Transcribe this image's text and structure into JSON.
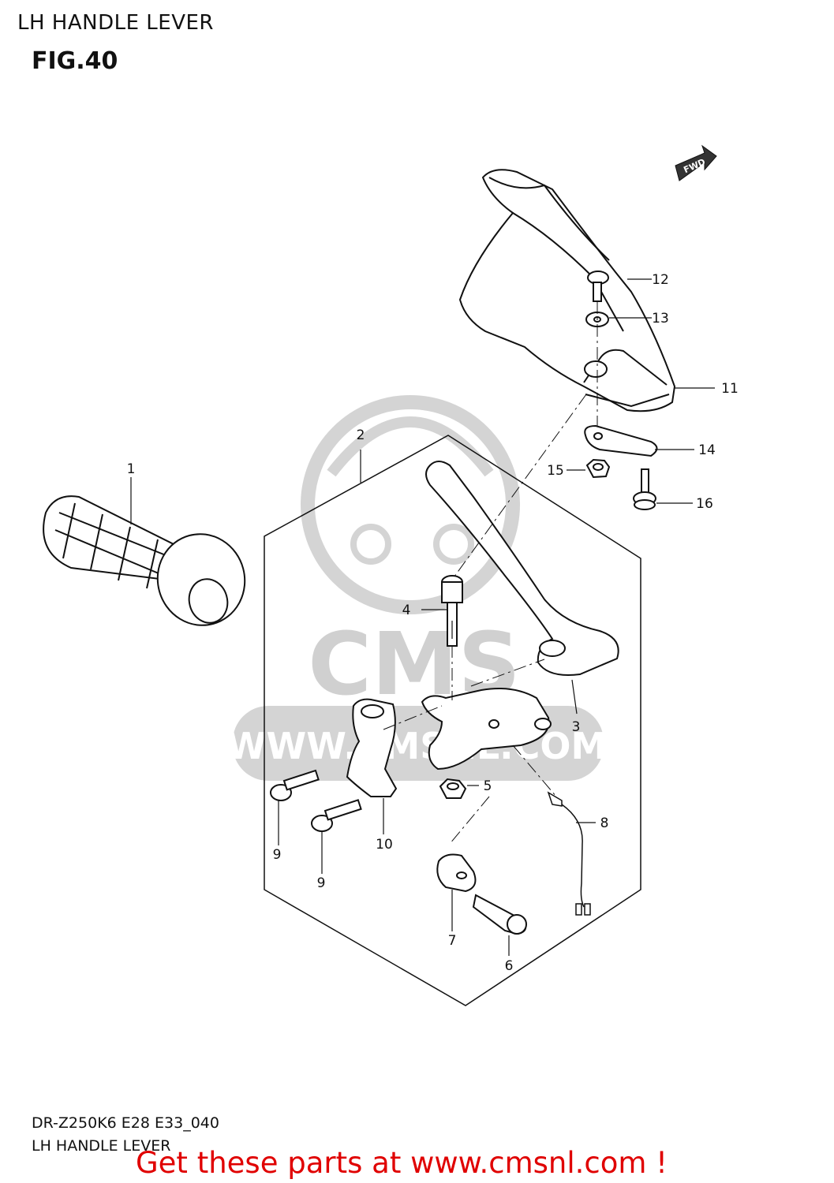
{
  "header": {
    "title": "LH HANDLE LEVER",
    "figure": "FIG.40"
  },
  "diagram": {
    "fwd_label": "FWD",
    "watermark": {
      "brand": "CMS",
      "site": "WWW.CMSNL.COM"
    },
    "callouts": [
      {
        "id": "1",
        "part": "grip"
      },
      {
        "id": "2",
        "part": "lever assembly"
      },
      {
        "id": "3",
        "part": "lever"
      },
      {
        "id": "4",
        "part": "pivot bolt"
      },
      {
        "id": "5",
        "part": "nut"
      },
      {
        "id": "6",
        "part": "adjuster"
      },
      {
        "id": "7",
        "part": "cover"
      },
      {
        "id": "8",
        "part": "switch"
      },
      {
        "id": "9",
        "part": "bolt"
      },
      {
        "id": "9",
        "part": "bolt"
      },
      {
        "id": "10",
        "part": "holder"
      },
      {
        "id": "11",
        "part": "knuckle guard"
      },
      {
        "id": "12",
        "part": "screw"
      },
      {
        "id": "13",
        "part": "washer"
      },
      {
        "id": "14",
        "part": "plate"
      },
      {
        "id": "15",
        "part": "nut"
      },
      {
        "id": "16",
        "part": "bolt"
      }
    ]
  },
  "footer": {
    "code": "DR-Z250K6 E28 E33_040",
    "title": "LH HANDLE LEVER",
    "banner": "Get these parts at www.cmsnl.com !"
  },
  "colors": {
    "line": "#111111",
    "watermark": "#d9d9d9",
    "banner": "#e00000"
  }
}
